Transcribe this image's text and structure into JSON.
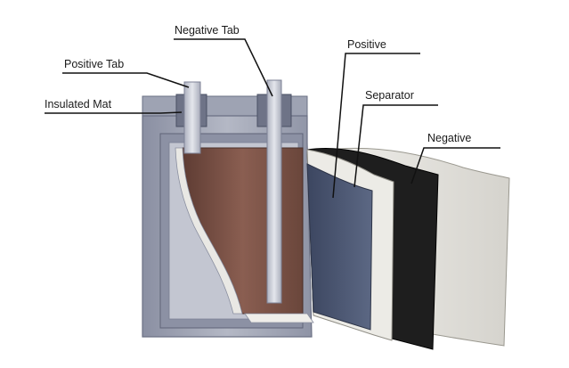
{
  "labels": {
    "negative_tab": "Negative Tab",
    "positive_tab": "Positive Tab",
    "insulated_mat": "Insulated Mat",
    "positive": "Positive",
    "separator": "Separator",
    "negative": "Negative"
  },
  "colors": {
    "casing": "#a6aab8",
    "casing_dark": "#7d8296",
    "electrode_core": "#7a5145",
    "positive_sheet": "#4e5a72",
    "separator_sheet": "#e7e5df",
    "negative_sheet": "#1e1e1e",
    "outer_sheet": "#dcdad4",
    "tab_metal": "#c9ccd6"
  }
}
